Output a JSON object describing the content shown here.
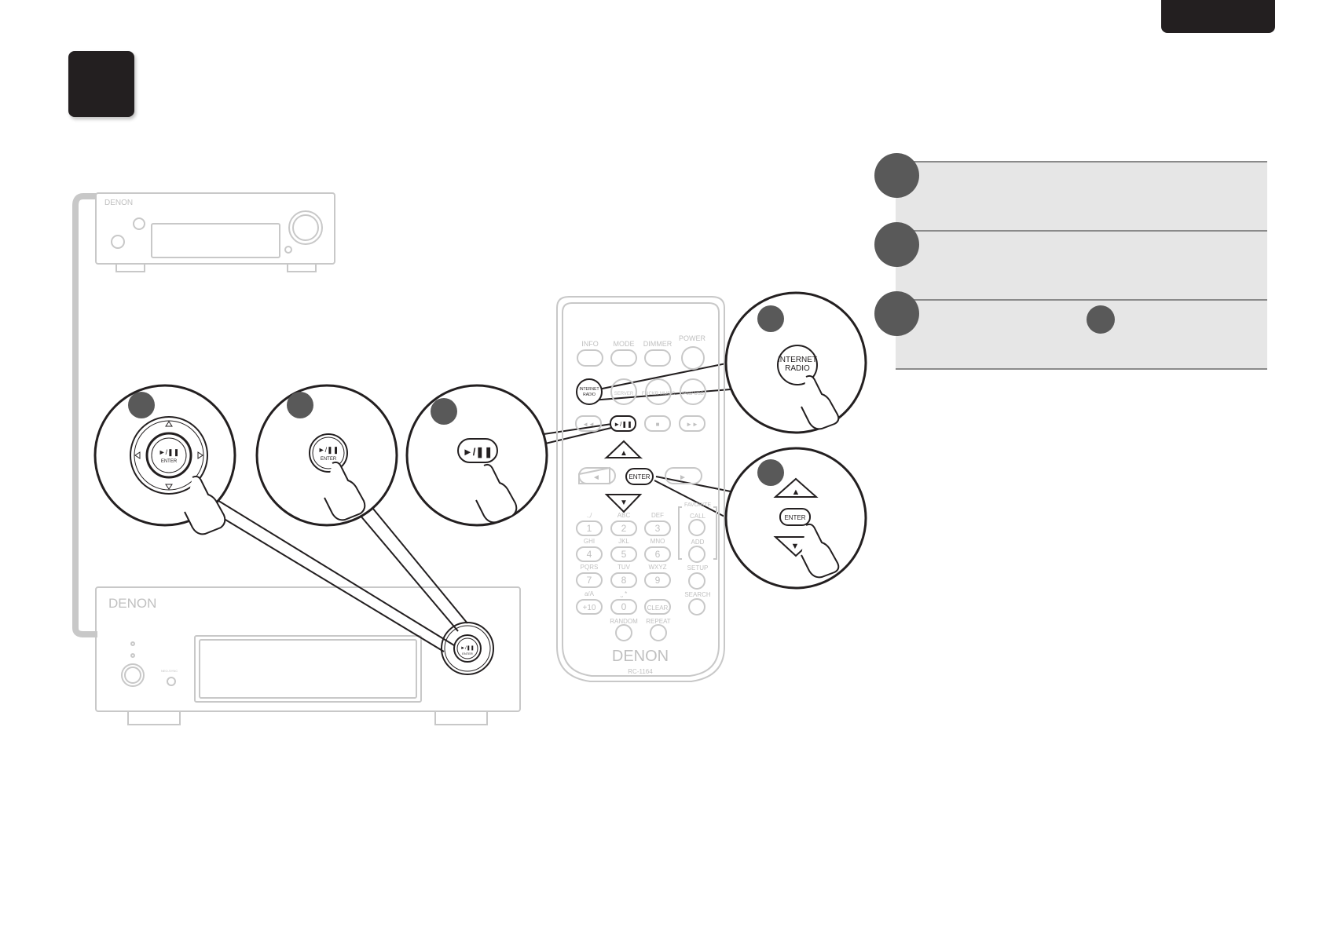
{
  "device_top": {
    "brand": "DENON"
  },
  "device_main": {
    "brand": "DENON",
    "button_play": "►/❚❚",
    "button_enter": "ENTER",
    "pair_label": "NEO-SYNC"
  },
  "callouts": {
    "knob": {
      "play": "►/❚❚",
      "enter": "ENTER"
    },
    "main_button": {
      "play": "►/❚❚",
      "enter": "ENTER"
    },
    "remote_play": {
      "play": "►/❚❚"
    },
    "internet_radio": {
      "line1": "INTERNET",
      "line2": "RADIO"
    },
    "cursor": {
      "enter": "ENTER",
      "up": "▲",
      "down": "▼"
    }
  },
  "remote": {
    "brand": "DENON",
    "model": "RC-1164",
    "row1": [
      "INFO",
      "MODE",
      "DIMMER",
      "POWER"
    ],
    "row2_internet": [
      "INTERNET",
      "RADIO"
    ],
    "row2_others": [
      "SERVER",
      "FLICKR MUSIC",
      "iPod/ USB"
    ],
    "transport": [
      "◄◄",
      "►/❚❚",
      "■",
      "►►"
    ],
    "nav": {
      "up": "▲",
      "down": "▼",
      "left": "◄",
      "right": "►",
      "enter": "ENTER"
    },
    "keypad_labels": [
      ".,/",
      "ABC",
      "DEF",
      "GHI",
      "JKL",
      "MNO",
      "PQRS",
      "TUV",
      "WXYZ",
      "a/A",
      "⎵ *"
    ],
    "keypad_digits": [
      "1",
      "2",
      "3",
      "4",
      "5",
      "6",
      "7",
      "8",
      "9",
      "+10",
      "0",
      "CLEAR"
    ],
    "side": [
      "FAVORITE",
      "CALL",
      "ADD",
      "SETUP",
      "SEARCH"
    ],
    "bottom": [
      "RANDOM",
      "REPEAT"
    ]
  }
}
